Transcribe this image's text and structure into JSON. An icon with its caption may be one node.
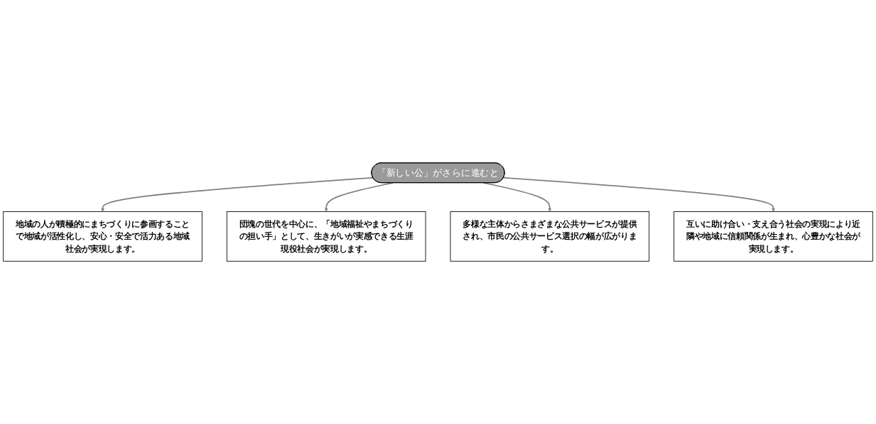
{
  "diagram": {
    "nodes": [
      {
        "text": [
          "地域の人が積極的にまちづくりに参画することで地域が活性化し、安心・安全で活力ある地域社会が実現します。"
        ]
      },
      {
        "text": [
          "団塊の世代を中心に、「地域福祉やまちづくりの担い手」として、生きがいが実感できる生涯現役社会が実現します。"
        ]
      },
      {
        "text": [
          "「新しい公」がさらに進むと"
        ]
      },
      {
        "text": [
          "多様な主体からさまざまな公共サービスが提供され、市民の公共サービス選択の幅が広がります。"
        ]
      },
      {
        "text": [
          "互いに助け合い・支え合う社会の実現により近隣や地域に信頼関係が生まれ、心豊かな社会が実現します。"
        ]
      }
    ],
    "edges": [
      {
        "from": 2,
        "to": 0,
        "arrow": "to"
      },
      {
        "from": 2,
        "to": 1,
        "arrow": "to"
      },
      {
        "from": 2,
        "to": 3,
        "arrow": "to"
      },
      {
        "from": 2,
        "to": 4,
        "arrow": "to"
      }
    ]
  }
}
